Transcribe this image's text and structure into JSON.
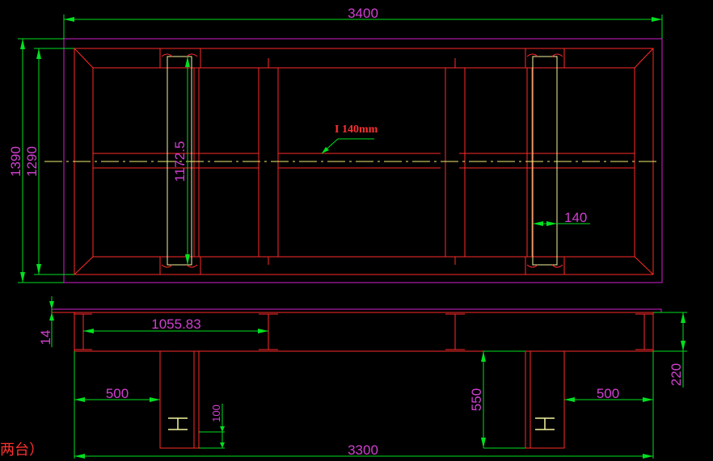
{
  "colors": {
    "background": "#000000",
    "frame": "#ff2a2a",
    "outline": "#d020d0",
    "dimension": "#00e020",
    "dimension_text": "#d040d0",
    "centerline": "#f0f070",
    "beam": "#f4f4a0",
    "label": "#ff3030",
    "corner_text": "#ff3030"
  },
  "plan_view": {
    "overall_width": "3400",
    "overall_height": "1390",
    "inner_height": "1290",
    "beam_length": "1172.5",
    "beam_width": "140",
    "beam_label": "I 140mm"
  },
  "elevation_view": {
    "plate_thickness": "14",
    "spacing": "1055.83",
    "left_offset": "500",
    "right_offset": "500",
    "beam_height": "220",
    "leg_height": "550",
    "leg_offset": "100",
    "base_width": "3300"
  },
  "corner_text": "两台）"
}
